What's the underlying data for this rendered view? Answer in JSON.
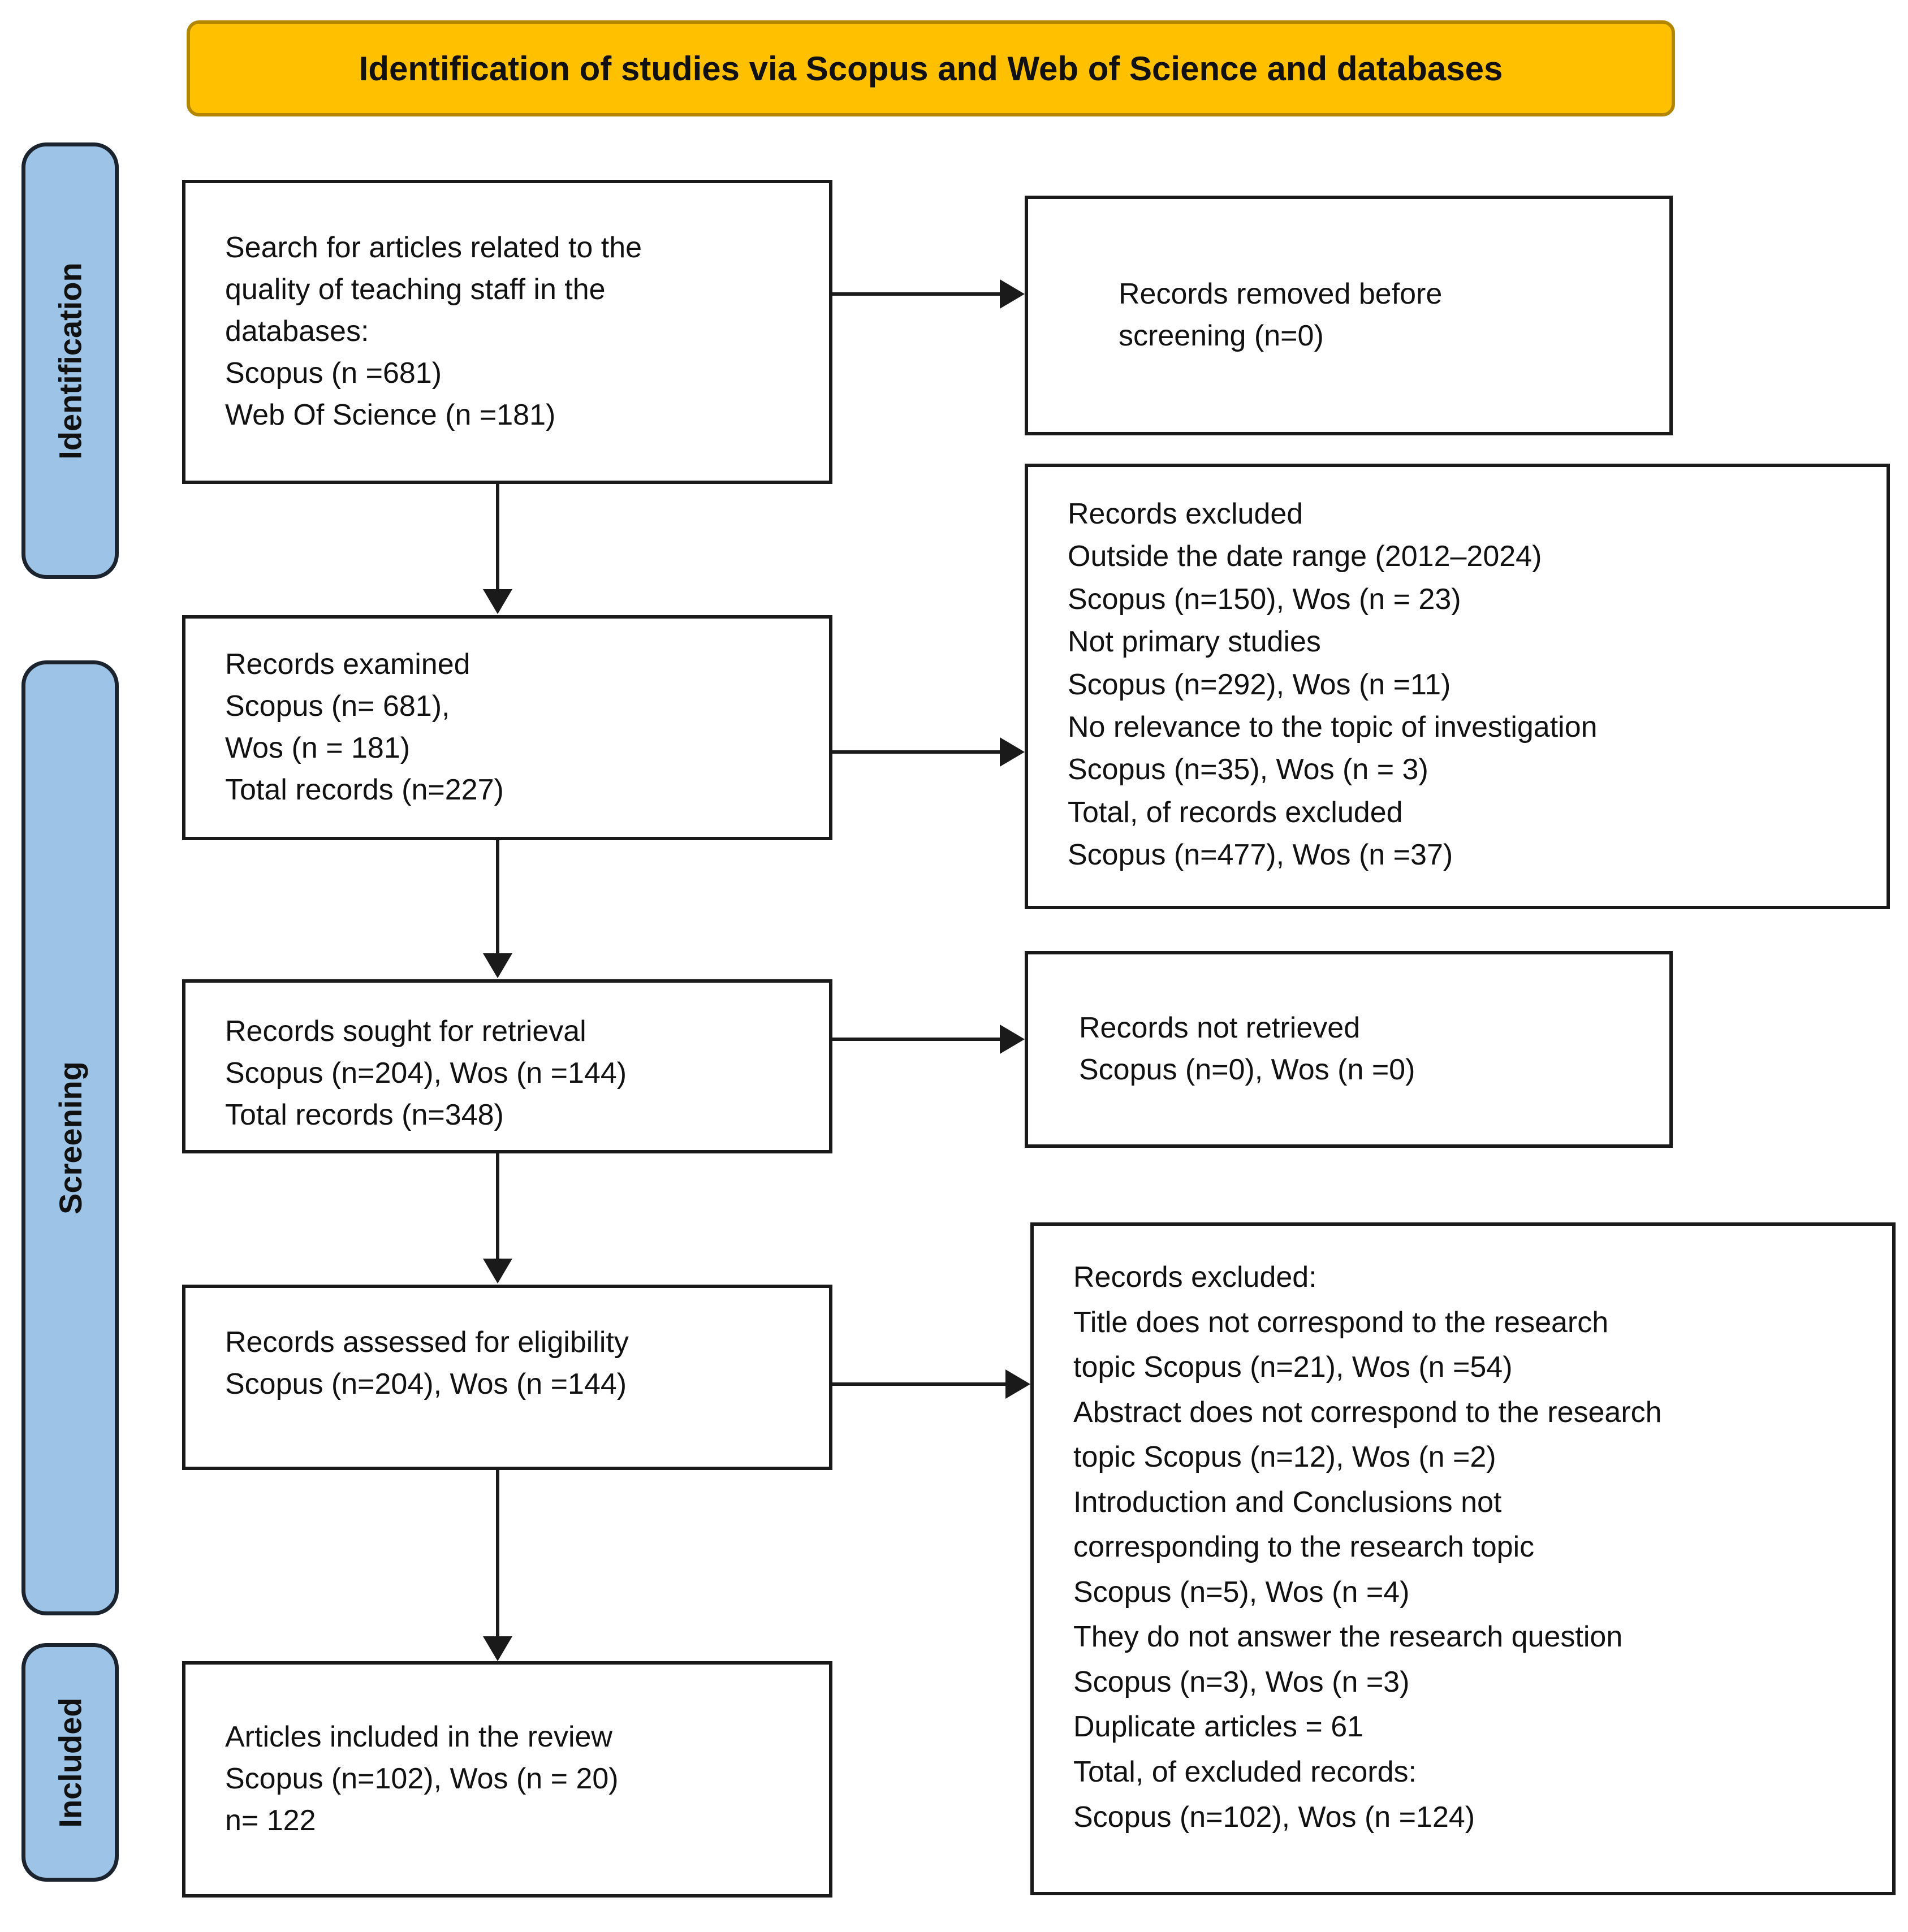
{
  "banner": {
    "title": "Identification of studies via Scopus and Web of Science and databases"
  },
  "stage_labels": {
    "identification": "Identification",
    "screening": "Screening",
    "included": "Included"
  },
  "flow_boxes": {
    "search": {
      "lines": [
        "Search for articles related to the",
        "quality of teaching staff in the",
        "databases:",
        "Scopus (n =681)",
        "Web Of Science (n =181)"
      ]
    },
    "examined": {
      "lines": [
        "Records examined",
        "Scopus (n= 681),",
        "Wos (n = 181)",
        "Total records (n=227)"
      ]
    },
    "sought": {
      "lines": [
        "Records sought for retrieval",
        "Scopus (n=204), Wos (n =144)",
        "Total records (n=348)"
      ]
    },
    "assessed": {
      "lines": [
        "Records assessed for eligibility",
        "Scopus (n=204), Wos (n =144)"
      ]
    },
    "included": {
      "lines": [
        "Articles included in the review",
        "Scopus (n=102), Wos (n = 20)",
        "n= 122"
      ]
    }
  },
  "side_boxes": {
    "removed_before_screening": {
      "lines": [
        "Records removed before",
        "screening (n=0)"
      ]
    },
    "excluded_screening": {
      "lines": [
        "Records excluded",
        "Outside the date range (2012–2024)",
        "Scopus (n=150), Wos (n = 23)",
        "Not primary studies",
        "Scopus (n=292), Wos (n =11)",
        "No relevance to the topic of investigation",
        "Scopus (n=35), Wos (n = 3)",
        "Total, of records excluded",
        "Scopus (n=477), Wos (n =37)"
      ]
    },
    "not_retrieved": {
      "lines": [
        "Records not retrieved",
        "Scopus (n=0), Wos (n =0)"
      ]
    },
    "excluded_eligibility": {
      "lines": [
        "Records excluded:",
        "Title does not correspond to the research",
        "topic Scopus (n=21), Wos (n =54)",
        "Abstract does not correspond to the research",
        "topic Scopus (n=12), Wos (n =2)",
        "Introduction and Conclusions not",
        "corresponding to the research topic",
        "Scopus (n=5), Wos (n =4)",
        "They do not answer the research question",
        "Scopus (n=3), Wos (n =3)",
        "Duplicate articles = 61",
        "Total, of excluded records:",
        "Scopus (n=102), Wos (n =124)"
      ]
    }
  },
  "colors": {
    "banner_fill": "#FFC000",
    "banner_border": "#B38600",
    "stage_fill": "#9DC3E6",
    "stage_border": "#1A232E",
    "box_border": "#1A1A1A"
  }
}
